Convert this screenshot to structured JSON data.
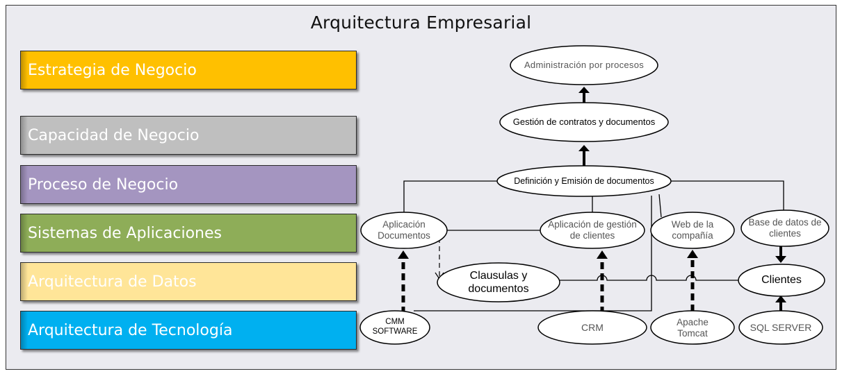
{
  "title": "Arquitectura Empresarial",
  "layers": [
    {
      "label": "Estrategia de Negocio",
      "color": "#ffc000"
    },
    {
      "label": "Capacidad de Negocio",
      "color": "#bfbfbf"
    },
    {
      "label": "Proceso de Negocio",
      "color": "#a495c0"
    },
    {
      "label": "Sistemas de Aplicaciones",
      "color": "#8ead58"
    },
    {
      "label": "Arquitectura de Datos",
      "color": "#ffe598"
    },
    {
      "label": "Arquitectura de Tecnología",
      "color": "#00b0f0"
    }
  ],
  "nodes": {
    "admin": "Administración por procesos",
    "gestion": "Gestión de contratos y documentos",
    "definicion": "Definición y Emisión de documentos",
    "app_docs": "Aplicación Documentos",
    "app_clientes": "Aplicación de gestión de clientes",
    "web": "Web de la compañía",
    "base_datos": "Base de datos de clientes",
    "clausulas": "Clausulas y documentos",
    "clientes": "Clientes",
    "cmm": "CMM SOFTWARE",
    "crm": "CRM",
    "apache": "Apache Tomcat",
    "sql": "SQL SERVER"
  }
}
